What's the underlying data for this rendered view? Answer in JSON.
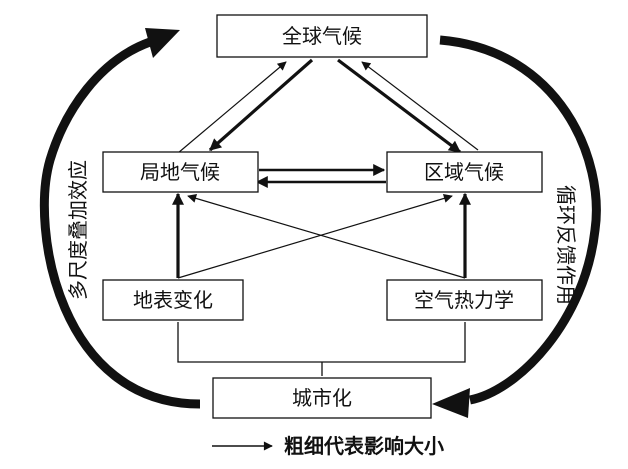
{
  "nodes": {
    "global": "全球气候",
    "local": "局地气候",
    "regional": "区域气候",
    "surface": "地表变化",
    "thermo": "空气热力学",
    "urban": "城市化"
  },
  "side_labels": {
    "left": "多尺度叠加效应",
    "right": "循环反馈作用"
  },
  "legend": {
    "text": "粗细代表影响大小"
  },
  "colors": {
    "stroke": "#111111",
    "background": "#ffffff"
  }
}
